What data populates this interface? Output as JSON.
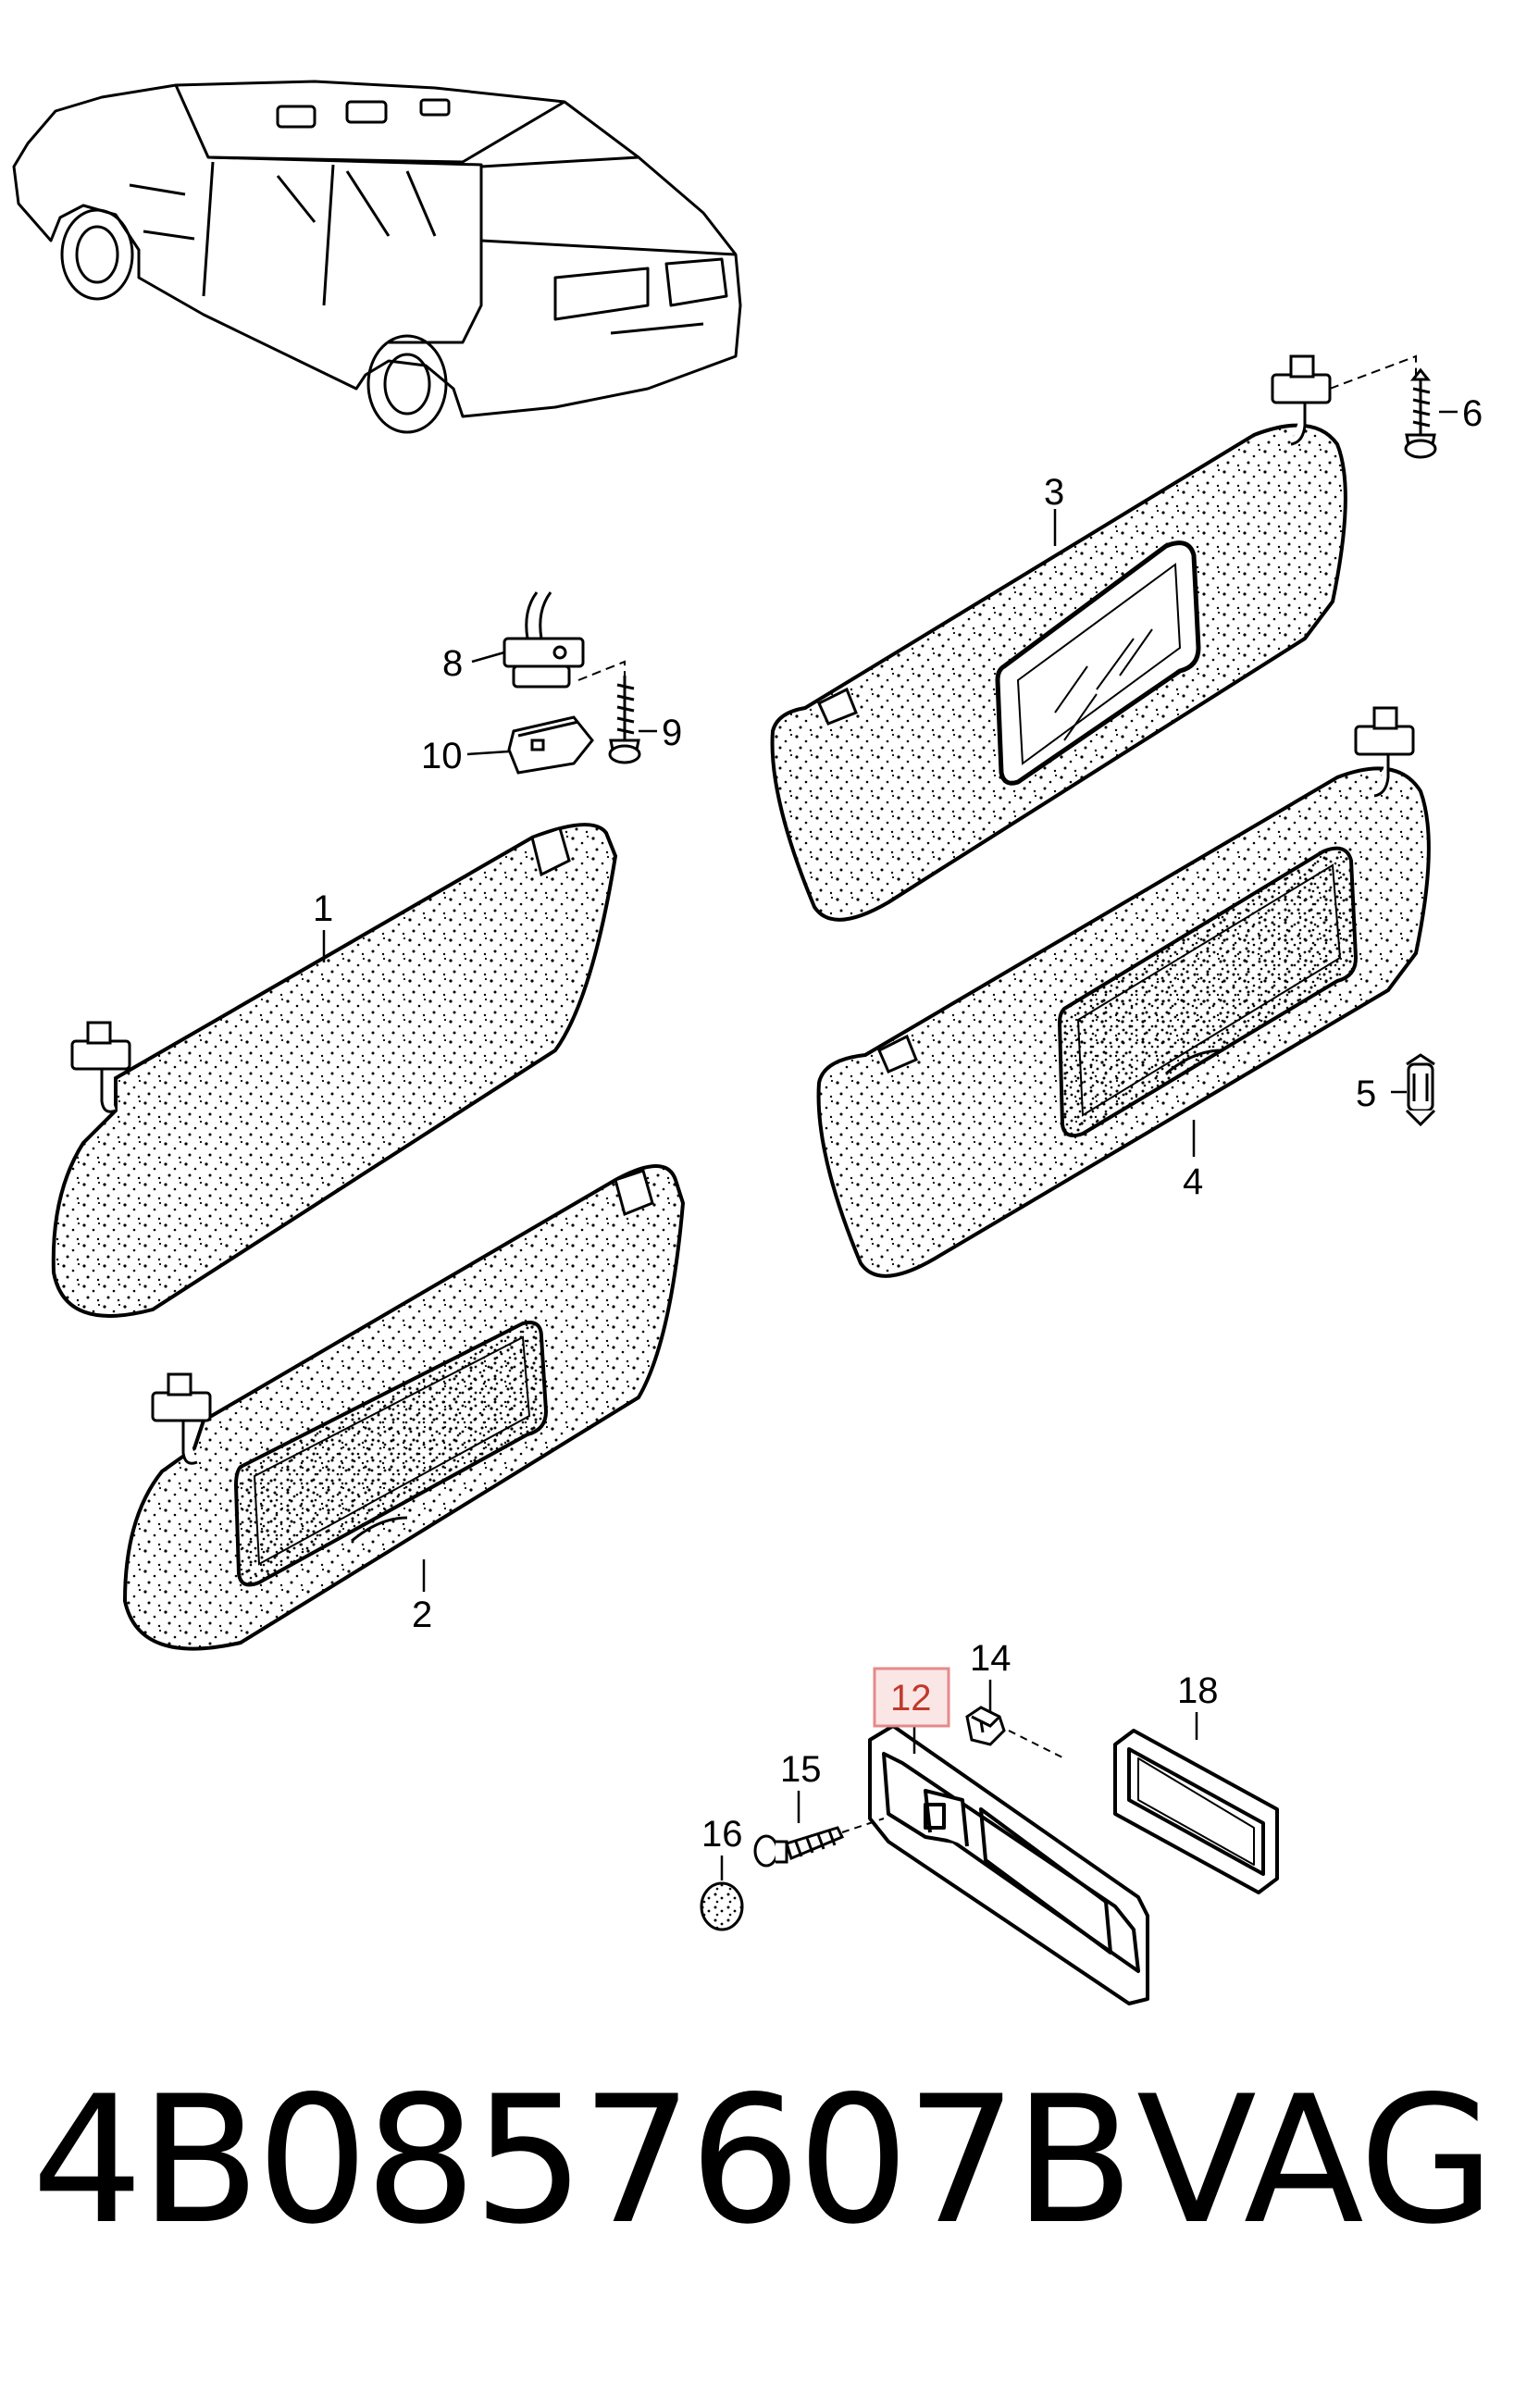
{
  "diagram": {
    "callouts": {
      "c1": "1",
      "c2": "2",
      "c3": "3",
      "c4": "4",
      "c5": "5",
      "c6": "6",
      "c8": "8",
      "c9": "9",
      "c10": "10",
      "c12": "12",
      "c14": "14",
      "c15": "15",
      "c16": "16",
      "c18": "18"
    },
    "highlighted_callout": "12",
    "highlight_color": "#e58a8a",
    "highlight_fill": "#fbe6e6"
  },
  "footer": {
    "part_number": "4B0857607B",
    "brand": "VAG"
  }
}
